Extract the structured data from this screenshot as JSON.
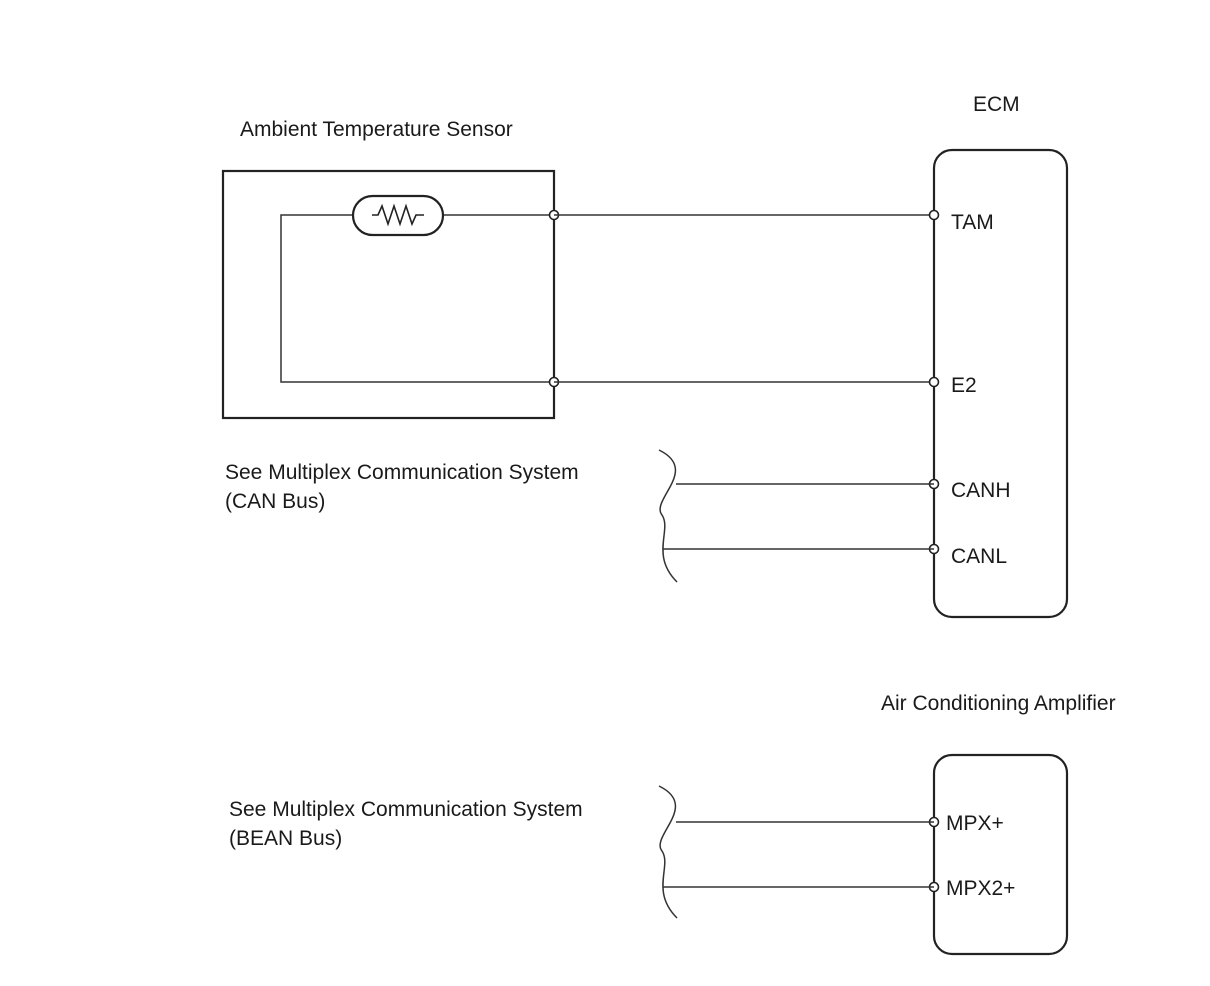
{
  "sensor": {
    "title": "Ambient Temperature Sensor"
  },
  "ecm": {
    "title": "ECM",
    "terminals": [
      "TAM",
      "E2",
      "CANH",
      "CANL"
    ]
  },
  "can_note": {
    "line1": "See Multiplex Communication System",
    "line2": "(CAN Bus)"
  },
  "amplifier": {
    "title": "Air Conditioning Amplifier",
    "terminals": [
      "MPX+",
      "MPX2+"
    ]
  },
  "bean_note": {
    "line1": "See Multiplex Communication System",
    "line2": "(BEAN Bus)"
  }
}
